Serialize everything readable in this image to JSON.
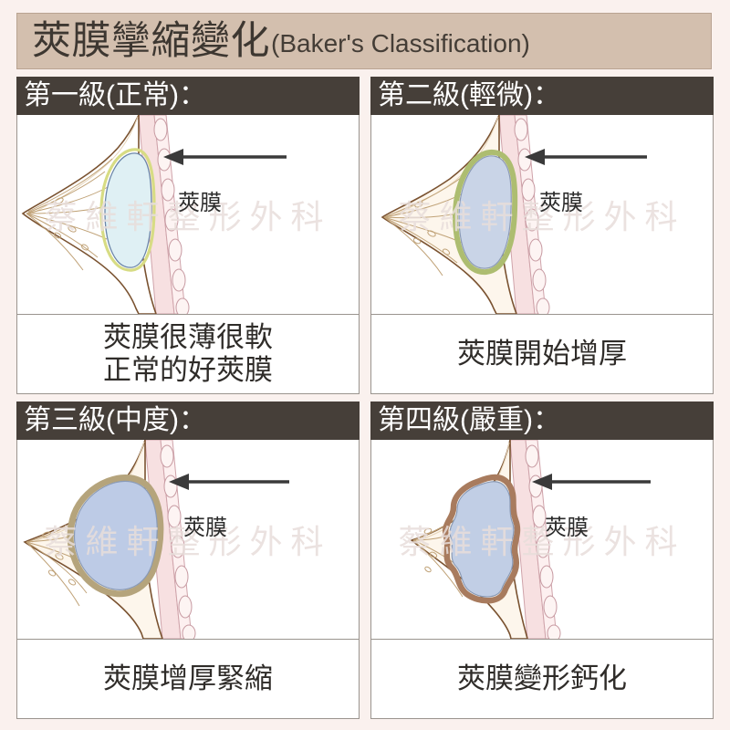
{
  "page": {
    "background_color": "#faf1ee",
    "frame_color": "#9a948e"
  },
  "title": {
    "main": "莢膜攣縮變化",
    "sub": "(Baker's Classification)",
    "background_color": "#d3bfae",
    "text_color": "#3d3731"
  },
  "watermark": {
    "text": "蔡維軒整形外科",
    "color": "#e8dedb"
  },
  "callout": {
    "label": "莢膜",
    "arrow_color": "#3a3a3a"
  },
  "panels": [
    {
      "id": "grade-1",
      "header": "第一級(正常)：",
      "caption_line1": "莢膜很薄很軟",
      "caption_line2": "正常的好莢膜",
      "capsule_color": "#d9dc88",
      "capsule_thickness": "thin",
      "implant_color": "#ddeef2",
      "implant_shape": "teardrop"
    },
    {
      "id": "grade-2",
      "header": "第二級(輕微)：",
      "caption_line1": "莢膜開始增厚",
      "caption_line2": "",
      "capsule_color": "#b8c47a",
      "capsule_thickness": "medium",
      "implant_color": "#c8d3e6",
      "implant_shape": "rounded"
    },
    {
      "id": "grade-3",
      "header": "第三級(中度)：",
      "caption_line1": "莢膜增厚緊縮",
      "caption_line2": "",
      "capsule_color": "#b8a87e",
      "capsule_thickness": "thick",
      "implant_color": "#bdcbe6",
      "implant_shape": "round"
    },
    {
      "id": "grade-4",
      "header": "第四級(嚴重)：",
      "caption_line1": "莢膜變形鈣化",
      "caption_line2": "",
      "capsule_color": "#a87b5e",
      "capsule_thickness": "thick-irregular",
      "implant_color": "#c0cde4",
      "implant_shape": "irregular"
    }
  ],
  "anatomy": {
    "skin_outline_color": "#7a5230",
    "tissue_fill_color": "#fdf3e2",
    "ribcage_fill_color": "#f6dfe0",
    "rib_outline_color": "#c79aa2",
    "gland_line_color": "#c0a277"
  }
}
